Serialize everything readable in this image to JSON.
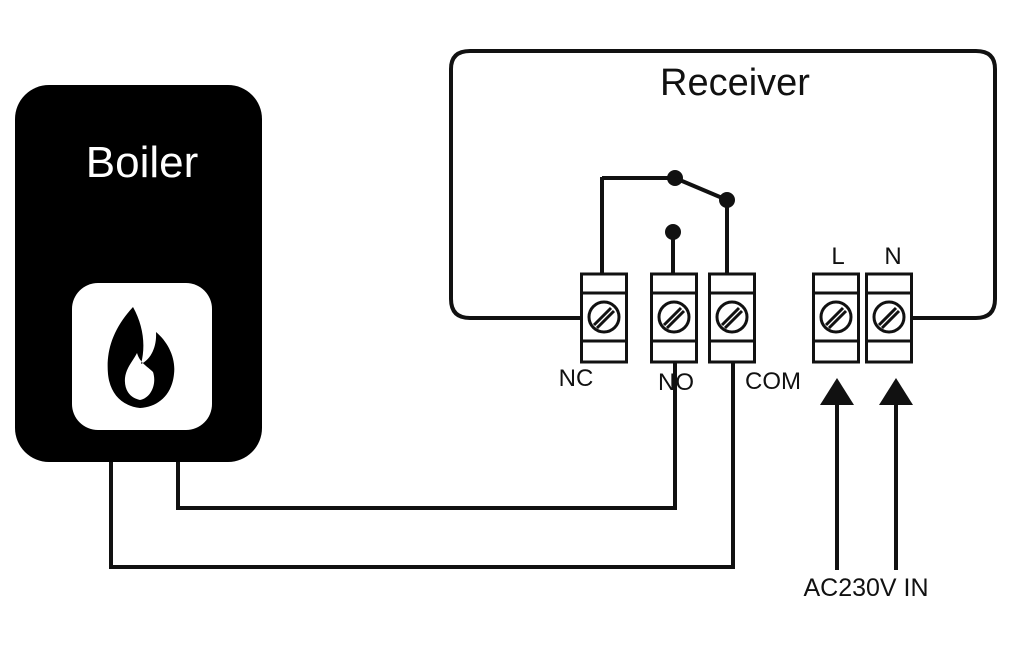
{
  "colors": {
    "ink": "#111111",
    "paper": "#ffffff"
  },
  "boiler": {
    "title": "Boiler",
    "icon": "flame-icon"
  },
  "receiver": {
    "title": "Receiver"
  },
  "terminals": {
    "nc": "NC",
    "no": "NO",
    "com": "COM",
    "l": "L",
    "n": "N"
  },
  "power_input": {
    "label": "AC230V IN"
  },
  "icons": {
    "terminal": "screw-terminal-icon",
    "arrow": "arrow-up-icon"
  }
}
